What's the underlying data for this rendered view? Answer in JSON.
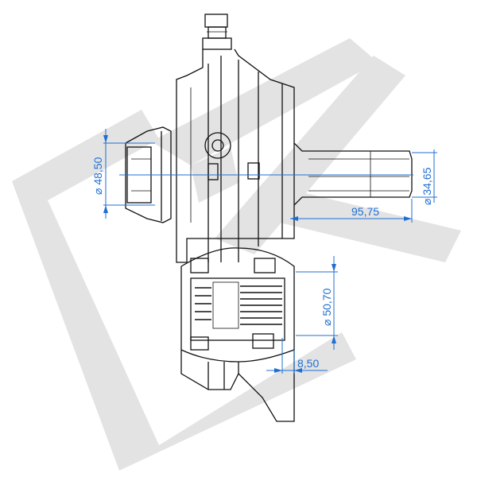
{
  "colors": {
    "watermark": "#e3e3e3",
    "outline": "#111111",
    "dimension": "#1f6fd1"
  },
  "watermark": {
    "text": "EK"
  },
  "dimensions": [
    {
      "label": "⌀ 48,50"
    },
    {
      "label": "⌀ 34,65"
    },
    {
      "label": "95,75"
    },
    {
      "label": "⌀ 50,70"
    },
    {
      "label": "8,50"
    }
  ]
}
